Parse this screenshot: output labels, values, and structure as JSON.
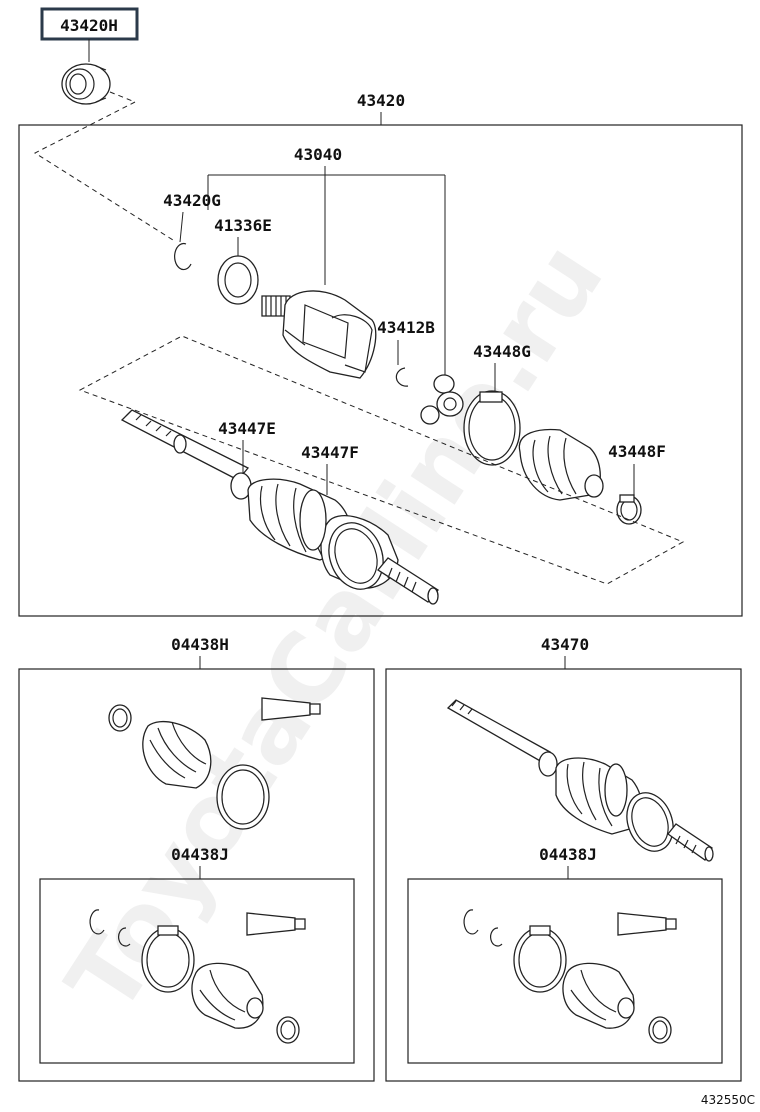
{
  "labels": {
    "top_part": "43420H",
    "assembly": "43420",
    "inboard_joint": "43040",
    "snap_ring_outer": "43420G",
    "seal": "41336E",
    "snap_ring_inner": "43412B",
    "clamp_large": "43448G",
    "clamp_boot_1": "43447E",
    "clamp_boot_2": "43447F",
    "clamp_small": "43448F",
    "boot_kit": "04438H",
    "shaft_assembly": "43470",
    "boot_kit_left": "04438J",
    "boot_kit_right": "04438J"
  },
  "footer_code": "432550C",
  "watermark": "ToyotaCarline.ru"
}
